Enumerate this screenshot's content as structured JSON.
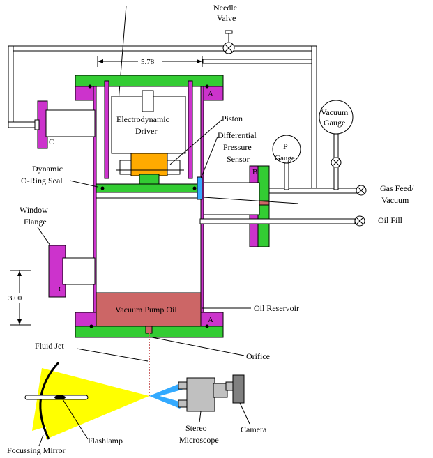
{
  "labels": {
    "needle_valve_1": "Needle",
    "needle_valve_2": "Valve",
    "dimension_top": "5.78",
    "dimension_left": "3.00",
    "driver_1": "Electrodynamic",
    "driver_2": "Driver",
    "piston": "Piston",
    "diff_1": "Differential",
    "diff_2": "Pressure",
    "diff_3": "Sensor",
    "vacuum_gauge_1": "Vacuum",
    "vacuum_gauge_2": "Gauge",
    "p_gauge_1": "P",
    "p_gauge_2": "Gauge",
    "oring_1": "Dynamic",
    "oring_2": "O-Ring Seal",
    "gas_feed_1": "Gas Feed/",
    "gas_feed_2": "Vacuum",
    "oil_fill": "Oil Fill",
    "window_1": "Window",
    "window_2": "Flange",
    "oil_text": "Vacuum Pump Oil",
    "oil_reservoir": "Oil Reservoir",
    "fluid_jet": "Fluid Jet",
    "orifice": "Orifice",
    "stereo_1": "Stereo",
    "stereo_2": "Microscope",
    "camera": "Camera",
    "flashlamp": "Flashlamp",
    "mirror": "Focussing Mirror",
    "flange_a_top": "A",
    "flange_a_bottom": "A",
    "flange_b": "B",
    "flange_c_top": "C",
    "flange_c_bottom": "C"
  },
  "colors": {
    "flange_green": "#33cc33",
    "flange_magenta": "#cc33cc",
    "oil": "#cc6666",
    "sensor_orange": "#ffaa00",
    "light_yellow": "#ffff00",
    "scope_gray": "#c0c0c0",
    "blue": "#33aaff"
  }
}
